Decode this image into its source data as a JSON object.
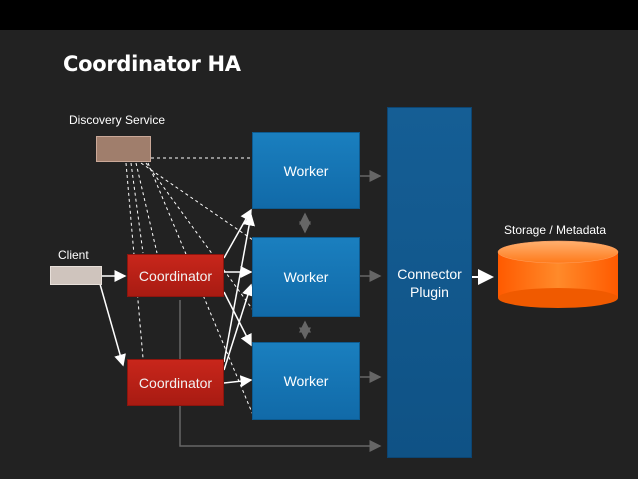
{
  "slide": {
    "title": "Coordinator HA",
    "labels": {
      "discovery": "Discovery Service",
      "client": "Client",
      "storage": "Storage / Metadata"
    },
    "workers": [
      "Worker",
      "Worker",
      "Worker"
    ],
    "coordinators": [
      "Coordinator",
      "Coordinator"
    ],
    "connector": "Connector\nPlugin"
  },
  "colors": {
    "background": "#222222",
    "worker": "#1a7fbf",
    "coordinator": "#c8261b",
    "connector": "#155e95",
    "storage": "#ff6a1a"
  }
}
